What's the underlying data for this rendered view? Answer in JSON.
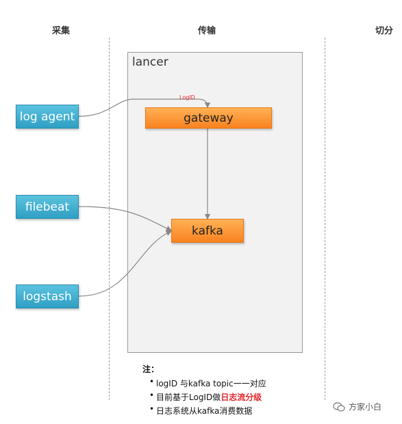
{
  "columns": {
    "collect": "采集",
    "transport": "传输",
    "split": "切分"
  },
  "lancer": {
    "label": "lancer",
    "gateway": "gateway",
    "kafka": "kafka"
  },
  "sources": {
    "log_agent": "log agent",
    "filebeat": "filebeat",
    "logstash": "logstash"
  },
  "edge_label": "LogID",
  "notes": {
    "title": "注：",
    "item1": "logID 与kafka topic一一对应",
    "item2_prefix": "目前基于LogID做",
    "item2_highlight": "日志流分级",
    "item3": "日志系统从kafka消费数据"
  },
  "watermark": {
    "text": "方家小白",
    "icon": "wechat-icon"
  },
  "colors": {
    "source_box": "#2f9fc4",
    "node_box": "#f9821f",
    "highlight": "#e3262b"
  }
}
